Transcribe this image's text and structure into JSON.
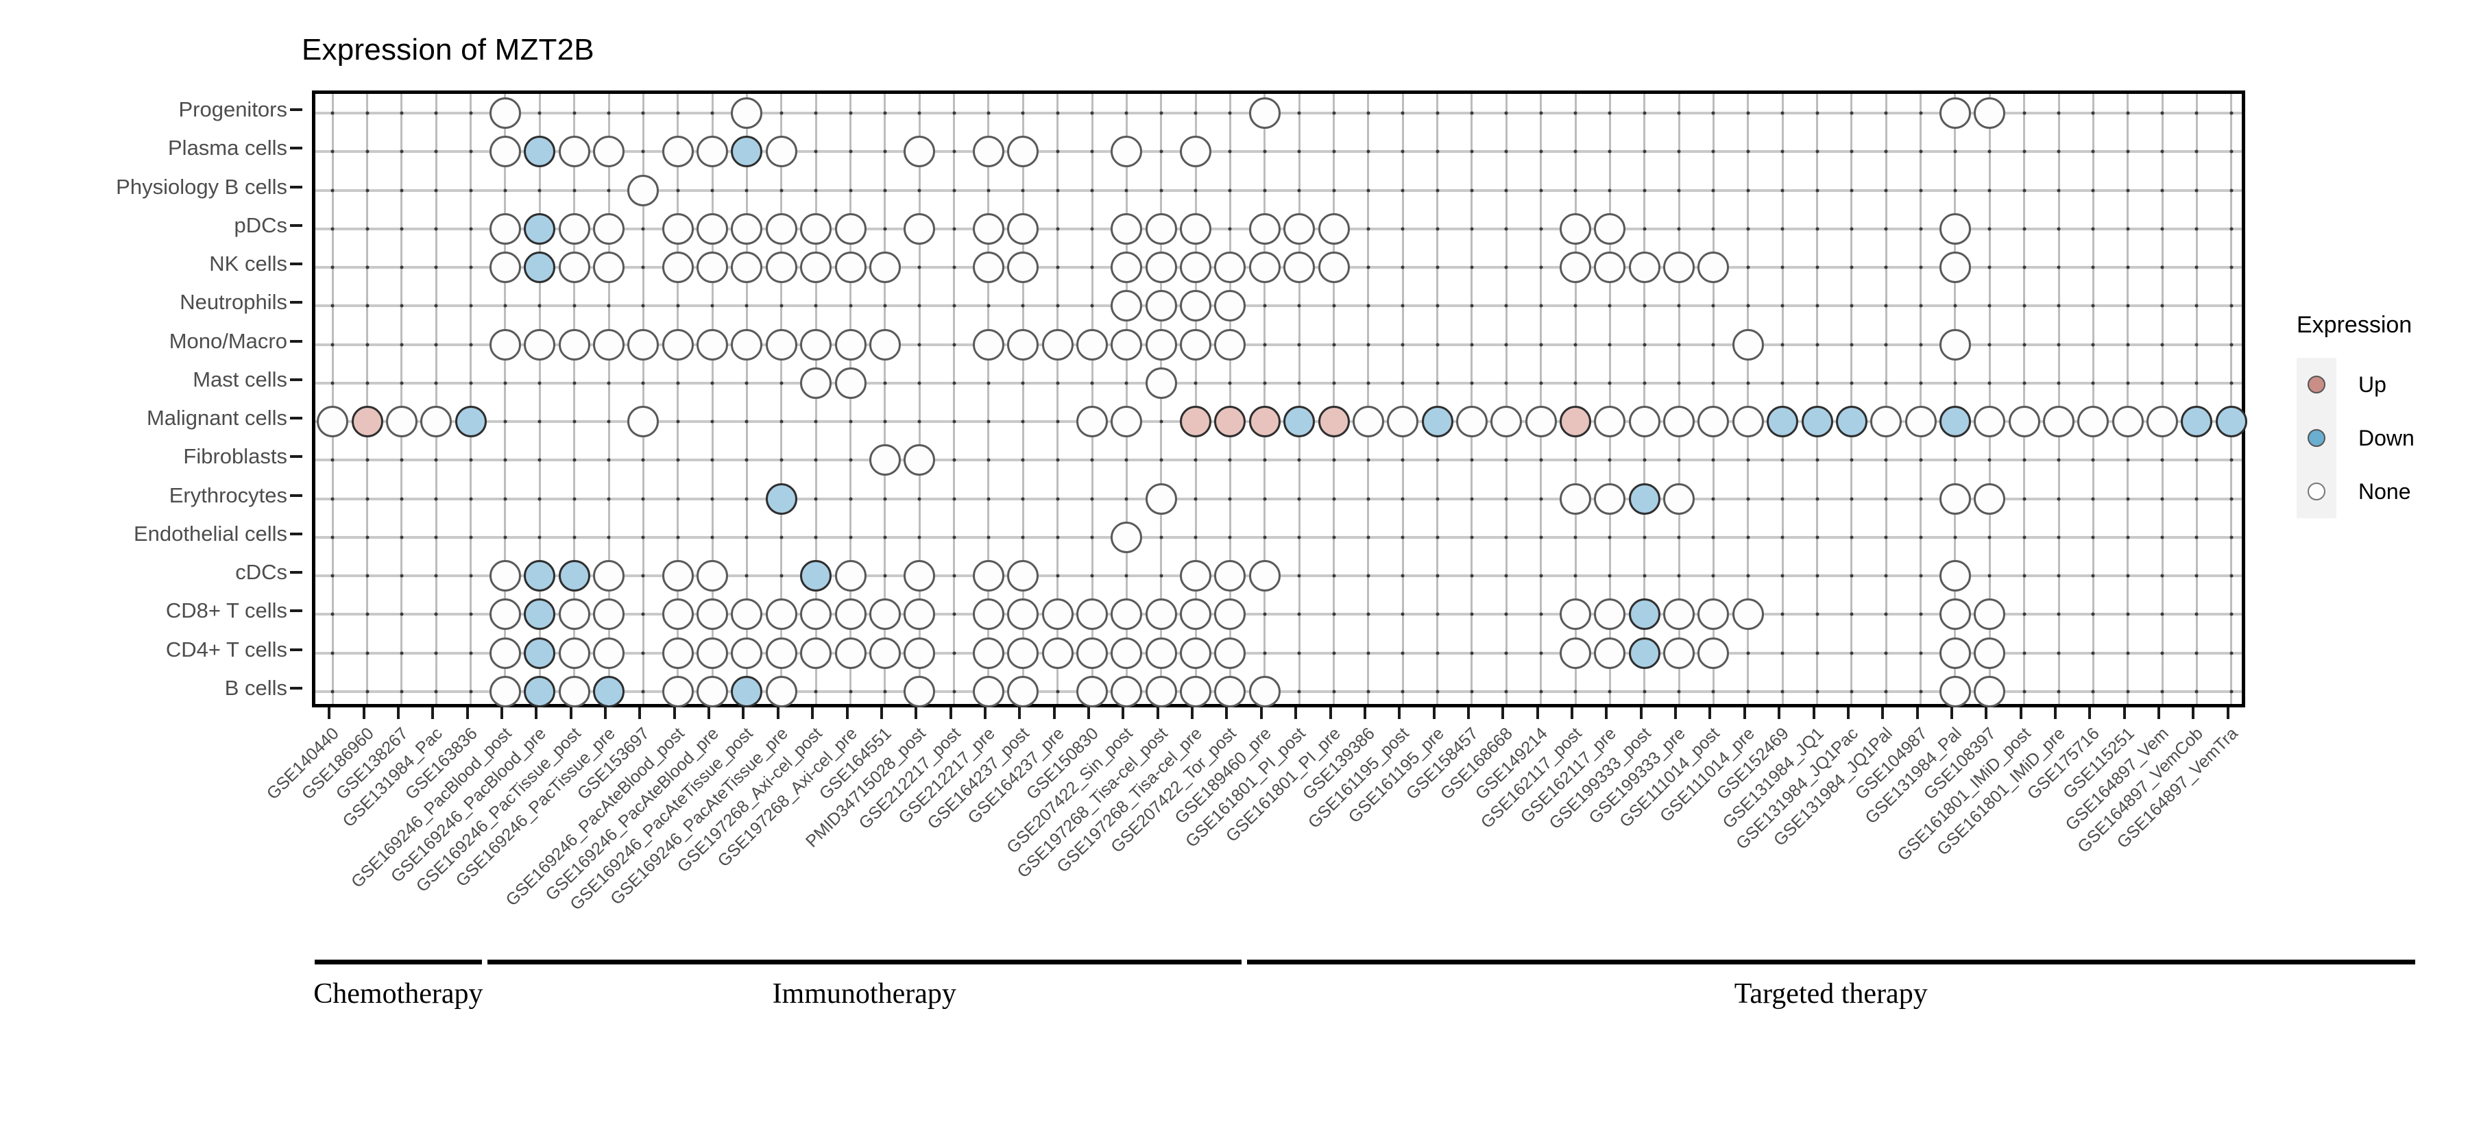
{
  "title": "Expression of MZT2B",
  "legend": {
    "title": "Expression",
    "items": [
      {
        "label": "Up",
        "key": "up",
        "color": "#c98e86"
      },
      {
        "label": "Down",
        "key": "down",
        "color": "#6aaed0"
      },
      {
        "label": "None",
        "key": "none",
        "color": "#fdfdfd"
      }
    ]
  },
  "groups": [
    {
      "label": "Chemotherapy",
      "start_index": 0,
      "end_index": 4
    },
    {
      "label": "Immunotherapy",
      "start_index": 5,
      "end_index": 26
    },
    {
      "label": "Targeted therapy",
      "start_index": 27,
      "end_index": 60
    }
  ],
  "chart_data": {
    "type": "heatmap",
    "title": "Expression of MZT2B",
    "xlabel": "",
    "ylabel": "",
    "grid": true,
    "legend_position": "right",
    "value_levels": [
      "Up",
      "Down",
      "None"
    ],
    "categories_y": [
      "Progenitors",
      "Plasma cells",
      "Physiology B cells",
      "pDCs",
      "NK cells",
      "Neutrophils",
      "Mono/Macro",
      "Mast cells",
      "Malignant cells",
      "Fibroblasts",
      "Erythrocytes",
      "Endothelial cells",
      "cDCs",
      "CD8+ T cells",
      "CD4+ T cells",
      "B cells"
    ],
    "categories_x": [
      "GSE140440",
      "GSE186960",
      "GSE138267",
      "GSE131984_Pac",
      "GSE163836",
      "GSE169246_PacBlood_post",
      "GSE169246_PacBlood_pre",
      "GSE169246_PacTissue_post",
      "GSE169246_PacTissue_pre",
      "GSE153697",
      "GSE169246_PacAteBlood_post",
      "GSE169246_PacAteBlood_pre",
      "GSE169246_PacAteTissue_post",
      "GSE169246_PacAteTissue_pre",
      "GSE197268_Axi-cel_post",
      "GSE197268_Axi-cel_pre",
      "GSE164551",
      "PMID34715028_post",
      "GSE212217_post",
      "GSE212217_pre",
      "GSE164237_post",
      "GSE164237_pre",
      "GSE150830",
      "GSE207422_Sin_post",
      "GSE197268_Tisa-cel_post",
      "GSE197268_Tisa-cel_pre",
      "GSE207422_Tor_post",
      "GSE189460_pre",
      "GSE161801_PI_post",
      "GSE161801_PI_pre",
      "GSE139386",
      "GSE161195_post",
      "GSE161195_pre",
      "GSE158457",
      "GSE168668",
      "GSE149214",
      "GSE162117_post",
      "GSE162117_pre",
      "GSE199333_post",
      "GSE199333_pre",
      "GSE111014_post",
      "GSE111014_pre",
      "GSE152469",
      "GSE131984_JQ1",
      "GSE131984_JQ1Pac",
      "GSE131984_JQ1Pal",
      "GSE104987",
      "GSE131984_Pal",
      "GSE108397",
      "GSE161801_IMiD_post",
      "GSE161801_IMiD_pre",
      "GSE175716",
      "GSE115251",
      "GSE164897_Vem",
      "GSE164897_VemCob",
      "GSE164897_VemTra"
    ],
    "points": [
      {
        "x": 5,
        "y": 0,
        "v": "None"
      },
      {
        "x": 12,
        "y": 0,
        "v": "None"
      },
      {
        "x": 27,
        "y": 0,
        "v": "None"
      },
      {
        "x": 47,
        "y": 0,
        "v": "None"
      },
      {
        "x": 48,
        "y": 0,
        "v": "None"
      },
      {
        "x": 5,
        "y": 1,
        "v": "None"
      },
      {
        "x": 6,
        "y": 1,
        "v": "Down"
      },
      {
        "x": 7,
        "y": 1,
        "v": "None"
      },
      {
        "x": 8,
        "y": 1,
        "v": "None"
      },
      {
        "x": 10,
        "y": 1,
        "v": "None"
      },
      {
        "x": 11,
        "y": 1,
        "v": "None"
      },
      {
        "x": 12,
        "y": 1,
        "v": "Down"
      },
      {
        "x": 13,
        "y": 1,
        "v": "None"
      },
      {
        "x": 17,
        "y": 1,
        "v": "None"
      },
      {
        "x": 19,
        "y": 1,
        "v": "None"
      },
      {
        "x": 20,
        "y": 1,
        "v": "None"
      },
      {
        "x": 23,
        "y": 1,
        "v": "None"
      },
      {
        "x": 25,
        "y": 1,
        "v": "None"
      },
      {
        "x": 9,
        "y": 2,
        "v": "None"
      },
      {
        "x": 5,
        "y": 3,
        "v": "None"
      },
      {
        "x": 6,
        "y": 3,
        "v": "Down"
      },
      {
        "x": 7,
        "y": 3,
        "v": "None"
      },
      {
        "x": 8,
        "y": 3,
        "v": "None"
      },
      {
        "x": 10,
        "y": 3,
        "v": "None"
      },
      {
        "x": 11,
        "y": 3,
        "v": "None"
      },
      {
        "x": 12,
        "y": 3,
        "v": "None"
      },
      {
        "x": 13,
        "y": 3,
        "v": "None"
      },
      {
        "x": 14,
        "y": 3,
        "v": "None"
      },
      {
        "x": 15,
        "y": 3,
        "v": "None"
      },
      {
        "x": 17,
        "y": 3,
        "v": "None"
      },
      {
        "x": 19,
        "y": 3,
        "v": "None"
      },
      {
        "x": 20,
        "y": 3,
        "v": "None"
      },
      {
        "x": 23,
        "y": 3,
        "v": "None"
      },
      {
        "x": 24,
        "y": 3,
        "v": "None"
      },
      {
        "x": 25,
        "y": 3,
        "v": "None"
      },
      {
        "x": 27,
        "y": 3,
        "v": "None"
      },
      {
        "x": 28,
        "y": 3,
        "v": "None"
      },
      {
        "x": 29,
        "y": 3,
        "v": "None"
      },
      {
        "x": 36,
        "y": 3,
        "v": "None"
      },
      {
        "x": 37,
        "y": 3,
        "v": "None"
      },
      {
        "x": 47,
        "y": 3,
        "v": "None"
      },
      {
        "x": 5,
        "y": 4,
        "v": "None"
      },
      {
        "x": 6,
        "y": 4,
        "v": "Down"
      },
      {
        "x": 7,
        "y": 4,
        "v": "None"
      },
      {
        "x": 8,
        "y": 4,
        "v": "None"
      },
      {
        "x": 10,
        "y": 4,
        "v": "None"
      },
      {
        "x": 11,
        "y": 4,
        "v": "None"
      },
      {
        "x": 12,
        "y": 4,
        "v": "None"
      },
      {
        "x": 13,
        "y": 4,
        "v": "None"
      },
      {
        "x": 14,
        "y": 4,
        "v": "None"
      },
      {
        "x": 15,
        "y": 4,
        "v": "None"
      },
      {
        "x": 16,
        "y": 4,
        "v": "None"
      },
      {
        "x": 19,
        "y": 4,
        "v": "None"
      },
      {
        "x": 20,
        "y": 4,
        "v": "None"
      },
      {
        "x": 23,
        "y": 4,
        "v": "None"
      },
      {
        "x": 24,
        "y": 4,
        "v": "None"
      },
      {
        "x": 25,
        "y": 4,
        "v": "None"
      },
      {
        "x": 26,
        "y": 4,
        "v": "None"
      },
      {
        "x": 27,
        "y": 4,
        "v": "None"
      },
      {
        "x": 28,
        "y": 4,
        "v": "None"
      },
      {
        "x": 29,
        "y": 4,
        "v": "None"
      },
      {
        "x": 36,
        "y": 4,
        "v": "None"
      },
      {
        "x": 37,
        "y": 4,
        "v": "None"
      },
      {
        "x": 38,
        "y": 4,
        "v": "None"
      },
      {
        "x": 39,
        "y": 4,
        "v": "None"
      },
      {
        "x": 40,
        "y": 4,
        "v": "None"
      },
      {
        "x": 47,
        "y": 4,
        "v": "None"
      },
      {
        "x": 23,
        "y": 5,
        "v": "None"
      },
      {
        "x": 24,
        "y": 5,
        "v": "None"
      },
      {
        "x": 25,
        "y": 5,
        "v": "None"
      },
      {
        "x": 26,
        "y": 5,
        "v": "None"
      },
      {
        "x": 5,
        "y": 6,
        "v": "None"
      },
      {
        "x": 6,
        "y": 6,
        "v": "None"
      },
      {
        "x": 7,
        "y": 6,
        "v": "None"
      },
      {
        "x": 8,
        "y": 6,
        "v": "None"
      },
      {
        "x": 9,
        "y": 6,
        "v": "None"
      },
      {
        "x": 10,
        "y": 6,
        "v": "None"
      },
      {
        "x": 11,
        "y": 6,
        "v": "None"
      },
      {
        "x": 12,
        "y": 6,
        "v": "None"
      },
      {
        "x": 13,
        "y": 6,
        "v": "None"
      },
      {
        "x": 14,
        "y": 6,
        "v": "None"
      },
      {
        "x": 15,
        "y": 6,
        "v": "None"
      },
      {
        "x": 16,
        "y": 6,
        "v": "None"
      },
      {
        "x": 19,
        "y": 6,
        "v": "None"
      },
      {
        "x": 20,
        "y": 6,
        "v": "None"
      },
      {
        "x": 21,
        "y": 6,
        "v": "None"
      },
      {
        "x": 22,
        "y": 6,
        "v": "None"
      },
      {
        "x": 23,
        "y": 6,
        "v": "None"
      },
      {
        "x": 24,
        "y": 6,
        "v": "None"
      },
      {
        "x": 25,
        "y": 6,
        "v": "None"
      },
      {
        "x": 26,
        "y": 6,
        "v": "None"
      },
      {
        "x": 41,
        "y": 6,
        "v": "None"
      },
      {
        "x": 47,
        "y": 6,
        "v": "None"
      },
      {
        "x": 14,
        "y": 7,
        "v": "None"
      },
      {
        "x": 15,
        "y": 7,
        "v": "None"
      },
      {
        "x": 24,
        "y": 7,
        "v": "None"
      },
      {
        "x": 0,
        "y": 8,
        "v": "None"
      },
      {
        "x": 1,
        "y": 8,
        "v": "Up"
      },
      {
        "x": 2,
        "y": 8,
        "v": "None"
      },
      {
        "x": 3,
        "y": 8,
        "v": "None"
      },
      {
        "x": 4,
        "y": 8,
        "v": "Down"
      },
      {
        "x": 9,
        "y": 8,
        "v": "None"
      },
      {
        "x": 22,
        "y": 8,
        "v": "None"
      },
      {
        "x": 23,
        "y": 8,
        "v": "None"
      },
      {
        "x": 25,
        "y": 8,
        "v": "Up"
      },
      {
        "x": 26,
        "y": 8,
        "v": "Up"
      },
      {
        "x": 27,
        "y": 8,
        "v": "Up"
      },
      {
        "x": 28,
        "y": 8,
        "v": "Down"
      },
      {
        "x": 29,
        "y": 8,
        "v": "Up"
      },
      {
        "x": 30,
        "y": 8,
        "v": "None"
      },
      {
        "x": 31,
        "y": 8,
        "v": "None"
      },
      {
        "x": 32,
        "y": 8,
        "v": "Down"
      },
      {
        "x": 33,
        "y": 8,
        "v": "None"
      },
      {
        "x": 34,
        "y": 8,
        "v": "None"
      },
      {
        "x": 35,
        "y": 8,
        "v": "None"
      },
      {
        "x": 36,
        "y": 8,
        "v": "Up"
      },
      {
        "x": 37,
        "y": 8,
        "v": "None"
      },
      {
        "x": 38,
        "y": 8,
        "v": "None"
      },
      {
        "x": 39,
        "y": 8,
        "v": "None"
      },
      {
        "x": 40,
        "y": 8,
        "v": "None"
      },
      {
        "x": 41,
        "y": 8,
        "v": "None"
      },
      {
        "x": 42,
        "y": 8,
        "v": "Down"
      },
      {
        "x": 43,
        "y": 8,
        "v": "Down"
      },
      {
        "x": 44,
        "y": 8,
        "v": "Down"
      },
      {
        "x": 45,
        "y": 8,
        "v": "None"
      },
      {
        "x": 46,
        "y": 8,
        "v": "None"
      },
      {
        "x": 47,
        "y": 8,
        "v": "Down"
      },
      {
        "x": 48,
        "y": 8,
        "v": "None"
      },
      {
        "x": 49,
        "y": 8,
        "v": "None"
      },
      {
        "x": 50,
        "y": 8,
        "v": "None"
      },
      {
        "x": 51,
        "y": 8,
        "v": "None"
      },
      {
        "x": 52,
        "y": 8,
        "v": "None"
      },
      {
        "x": 53,
        "y": 8,
        "v": "None"
      },
      {
        "x": 54,
        "y": 8,
        "v": "Down"
      },
      {
        "x": 55,
        "y": 8,
        "v": "Down"
      },
      {
        "x": 16,
        "y": 9,
        "v": "None"
      },
      {
        "x": 17,
        "y": 9,
        "v": "None"
      },
      {
        "x": 13,
        "y": 10,
        "v": "Down"
      },
      {
        "x": 24,
        "y": 10,
        "v": "None"
      },
      {
        "x": 36,
        "y": 10,
        "v": "None"
      },
      {
        "x": 37,
        "y": 10,
        "v": "None"
      },
      {
        "x": 38,
        "y": 10,
        "v": "Down"
      },
      {
        "x": 39,
        "y": 10,
        "v": "None"
      },
      {
        "x": 47,
        "y": 10,
        "v": "None"
      },
      {
        "x": 48,
        "y": 10,
        "v": "None"
      },
      {
        "x": 23,
        "y": 11,
        "v": "None"
      },
      {
        "x": 5,
        "y": 12,
        "v": "None"
      },
      {
        "x": 6,
        "y": 12,
        "v": "Down"
      },
      {
        "x": 7,
        "y": 12,
        "v": "Down"
      },
      {
        "x": 8,
        "y": 12,
        "v": "None"
      },
      {
        "x": 10,
        "y": 12,
        "v": "None"
      },
      {
        "x": 11,
        "y": 12,
        "v": "None"
      },
      {
        "x": 14,
        "y": 12,
        "v": "Down"
      },
      {
        "x": 15,
        "y": 12,
        "v": "None"
      },
      {
        "x": 17,
        "y": 12,
        "v": "None"
      },
      {
        "x": 19,
        "y": 12,
        "v": "None"
      },
      {
        "x": 20,
        "y": 12,
        "v": "None"
      },
      {
        "x": 25,
        "y": 12,
        "v": "None"
      },
      {
        "x": 26,
        "y": 12,
        "v": "None"
      },
      {
        "x": 27,
        "y": 12,
        "v": "None"
      },
      {
        "x": 47,
        "y": 12,
        "v": "None"
      },
      {
        "x": 5,
        "y": 13,
        "v": "None"
      },
      {
        "x": 6,
        "y": 13,
        "v": "Down"
      },
      {
        "x": 7,
        "y": 13,
        "v": "None"
      },
      {
        "x": 8,
        "y": 13,
        "v": "None"
      },
      {
        "x": 10,
        "y": 13,
        "v": "None"
      },
      {
        "x": 11,
        "y": 13,
        "v": "None"
      },
      {
        "x": 12,
        "y": 13,
        "v": "None"
      },
      {
        "x": 13,
        "y": 13,
        "v": "None"
      },
      {
        "x": 14,
        "y": 13,
        "v": "None"
      },
      {
        "x": 15,
        "y": 13,
        "v": "None"
      },
      {
        "x": 16,
        "y": 13,
        "v": "None"
      },
      {
        "x": 17,
        "y": 13,
        "v": "None"
      },
      {
        "x": 19,
        "y": 13,
        "v": "None"
      },
      {
        "x": 20,
        "y": 13,
        "v": "None"
      },
      {
        "x": 21,
        "y": 13,
        "v": "None"
      },
      {
        "x": 22,
        "y": 13,
        "v": "None"
      },
      {
        "x": 23,
        "y": 13,
        "v": "None"
      },
      {
        "x": 24,
        "y": 13,
        "v": "None"
      },
      {
        "x": 25,
        "y": 13,
        "v": "None"
      },
      {
        "x": 26,
        "y": 13,
        "v": "None"
      },
      {
        "x": 36,
        "y": 13,
        "v": "None"
      },
      {
        "x": 37,
        "y": 13,
        "v": "None"
      },
      {
        "x": 38,
        "y": 13,
        "v": "Down"
      },
      {
        "x": 39,
        "y": 13,
        "v": "None"
      },
      {
        "x": 40,
        "y": 13,
        "v": "None"
      },
      {
        "x": 41,
        "y": 13,
        "v": "None"
      },
      {
        "x": 47,
        "y": 13,
        "v": "None"
      },
      {
        "x": 48,
        "y": 13,
        "v": "None"
      },
      {
        "x": 5,
        "y": 14,
        "v": "None"
      },
      {
        "x": 6,
        "y": 14,
        "v": "Down"
      },
      {
        "x": 7,
        "y": 14,
        "v": "None"
      },
      {
        "x": 8,
        "y": 14,
        "v": "None"
      },
      {
        "x": 10,
        "y": 14,
        "v": "None"
      },
      {
        "x": 11,
        "y": 14,
        "v": "None"
      },
      {
        "x": 12,
        "y": 14,
        "v": "None"
      },
      {
        "x": 13,
        "y": 14,
        "v": "None"
      },
      {
        "x": 14,
        "y": 14,
        "v": "None"
      },
      {
        "x": 15,
        "y": 14,
        "v": "None"
      },
      {
        "x": 16,
        "y": 14,
        "v": "None"
      },
      {
        "x": 17,
        "y": 14,
        "v": "None"
      },
      {
        "x": 19,
        "y": 14,
        "v": "None"
      },
      {
        "x": 20,
        "y": 14,
        "v": "None"
      },
      {
        "x": 21,
        "y": 14,
        "v": "None"
      },
      {
        "x": 22,
        "y": 14,
        "v": "None"
      },
      {
        "x": 23,
        "y": 14,
        "v": "None"
      },
      {
        "x": 24,
        "y": 14,
        "v": "None"
      },
      {
        "x": 25,
        "y": 14,
        "v": "None"
      },
      {
        "x": 26,
        "y": 14,
        "v": "None"
      },
      {
        "x": 36,
        "y": 14,
        "v": "None"
      },
      {
        "x": 37,
        "y": 14,
        "v": "None"
      },
      {
        "x": 38,
        "y": 14,
        "v": "Down"
      },
      {
        "x": 39,
        "y": 14,
        "v": "None"
      },
      {
        "x": 40,
        "y": 14,
        "v": "None"
      },
      {
        "x": 47,
        "y": 14,
        "v": "None"
      },
      {
        "x": 48,
        "y": 14,
        "v": "None"
      },
      {
        "x": 5,
        "y": 15,
        "v": "None"
      },
      {
        "x": 6,
        "y": 15,
        "v": "Down"
      },
      {
        "x": 7,
        "y": 15,
        "v": "None"
      },
      {
        "x": 8,
        "y": 15,
        "v": "Down"
      },
      {
        "x": 10,
        "y": 15,
        "v": "None"
      },
      {
        "x": 11,
        "y": 15,
        "v": "None"
      },
      {
        "x": 12,
        "y": 15,
        "v": "Down"
      },
      {
        "x": 13,
        "y": 15,
        "v": "None"
      },
      {
        "x": 17,
        "y": 15,
        "v": "None"
      },
      {
        "x": 19,
        "y": 15,
        "v": "None"
      },
      {
        "x": 20,
        "y": 15,
        "v": "None"
      },
      {
        "x": 22,
        "y": 15,
        "v": "None"
      },
      {
        "x": 23,
        "y": 15,
        "v": "None"
      },
      {
        "x": 24,
        "y": 15,
        "v": "None"
      },
      {
        "x": 25,
        "y": 15,
        "v": "None"
      },
      {
        "x": 26,
        "y": 15,
        "v": "None"
      },
      {
        "x": 27,
        "y": 15,
        "v": "None"
      },
      {
        "x": 47,
        "y": 15,
        "v": "None"
      },
      {
        "x": 48,
        "y": 15,
        "v": "None"
      }
    ]
  }
}
